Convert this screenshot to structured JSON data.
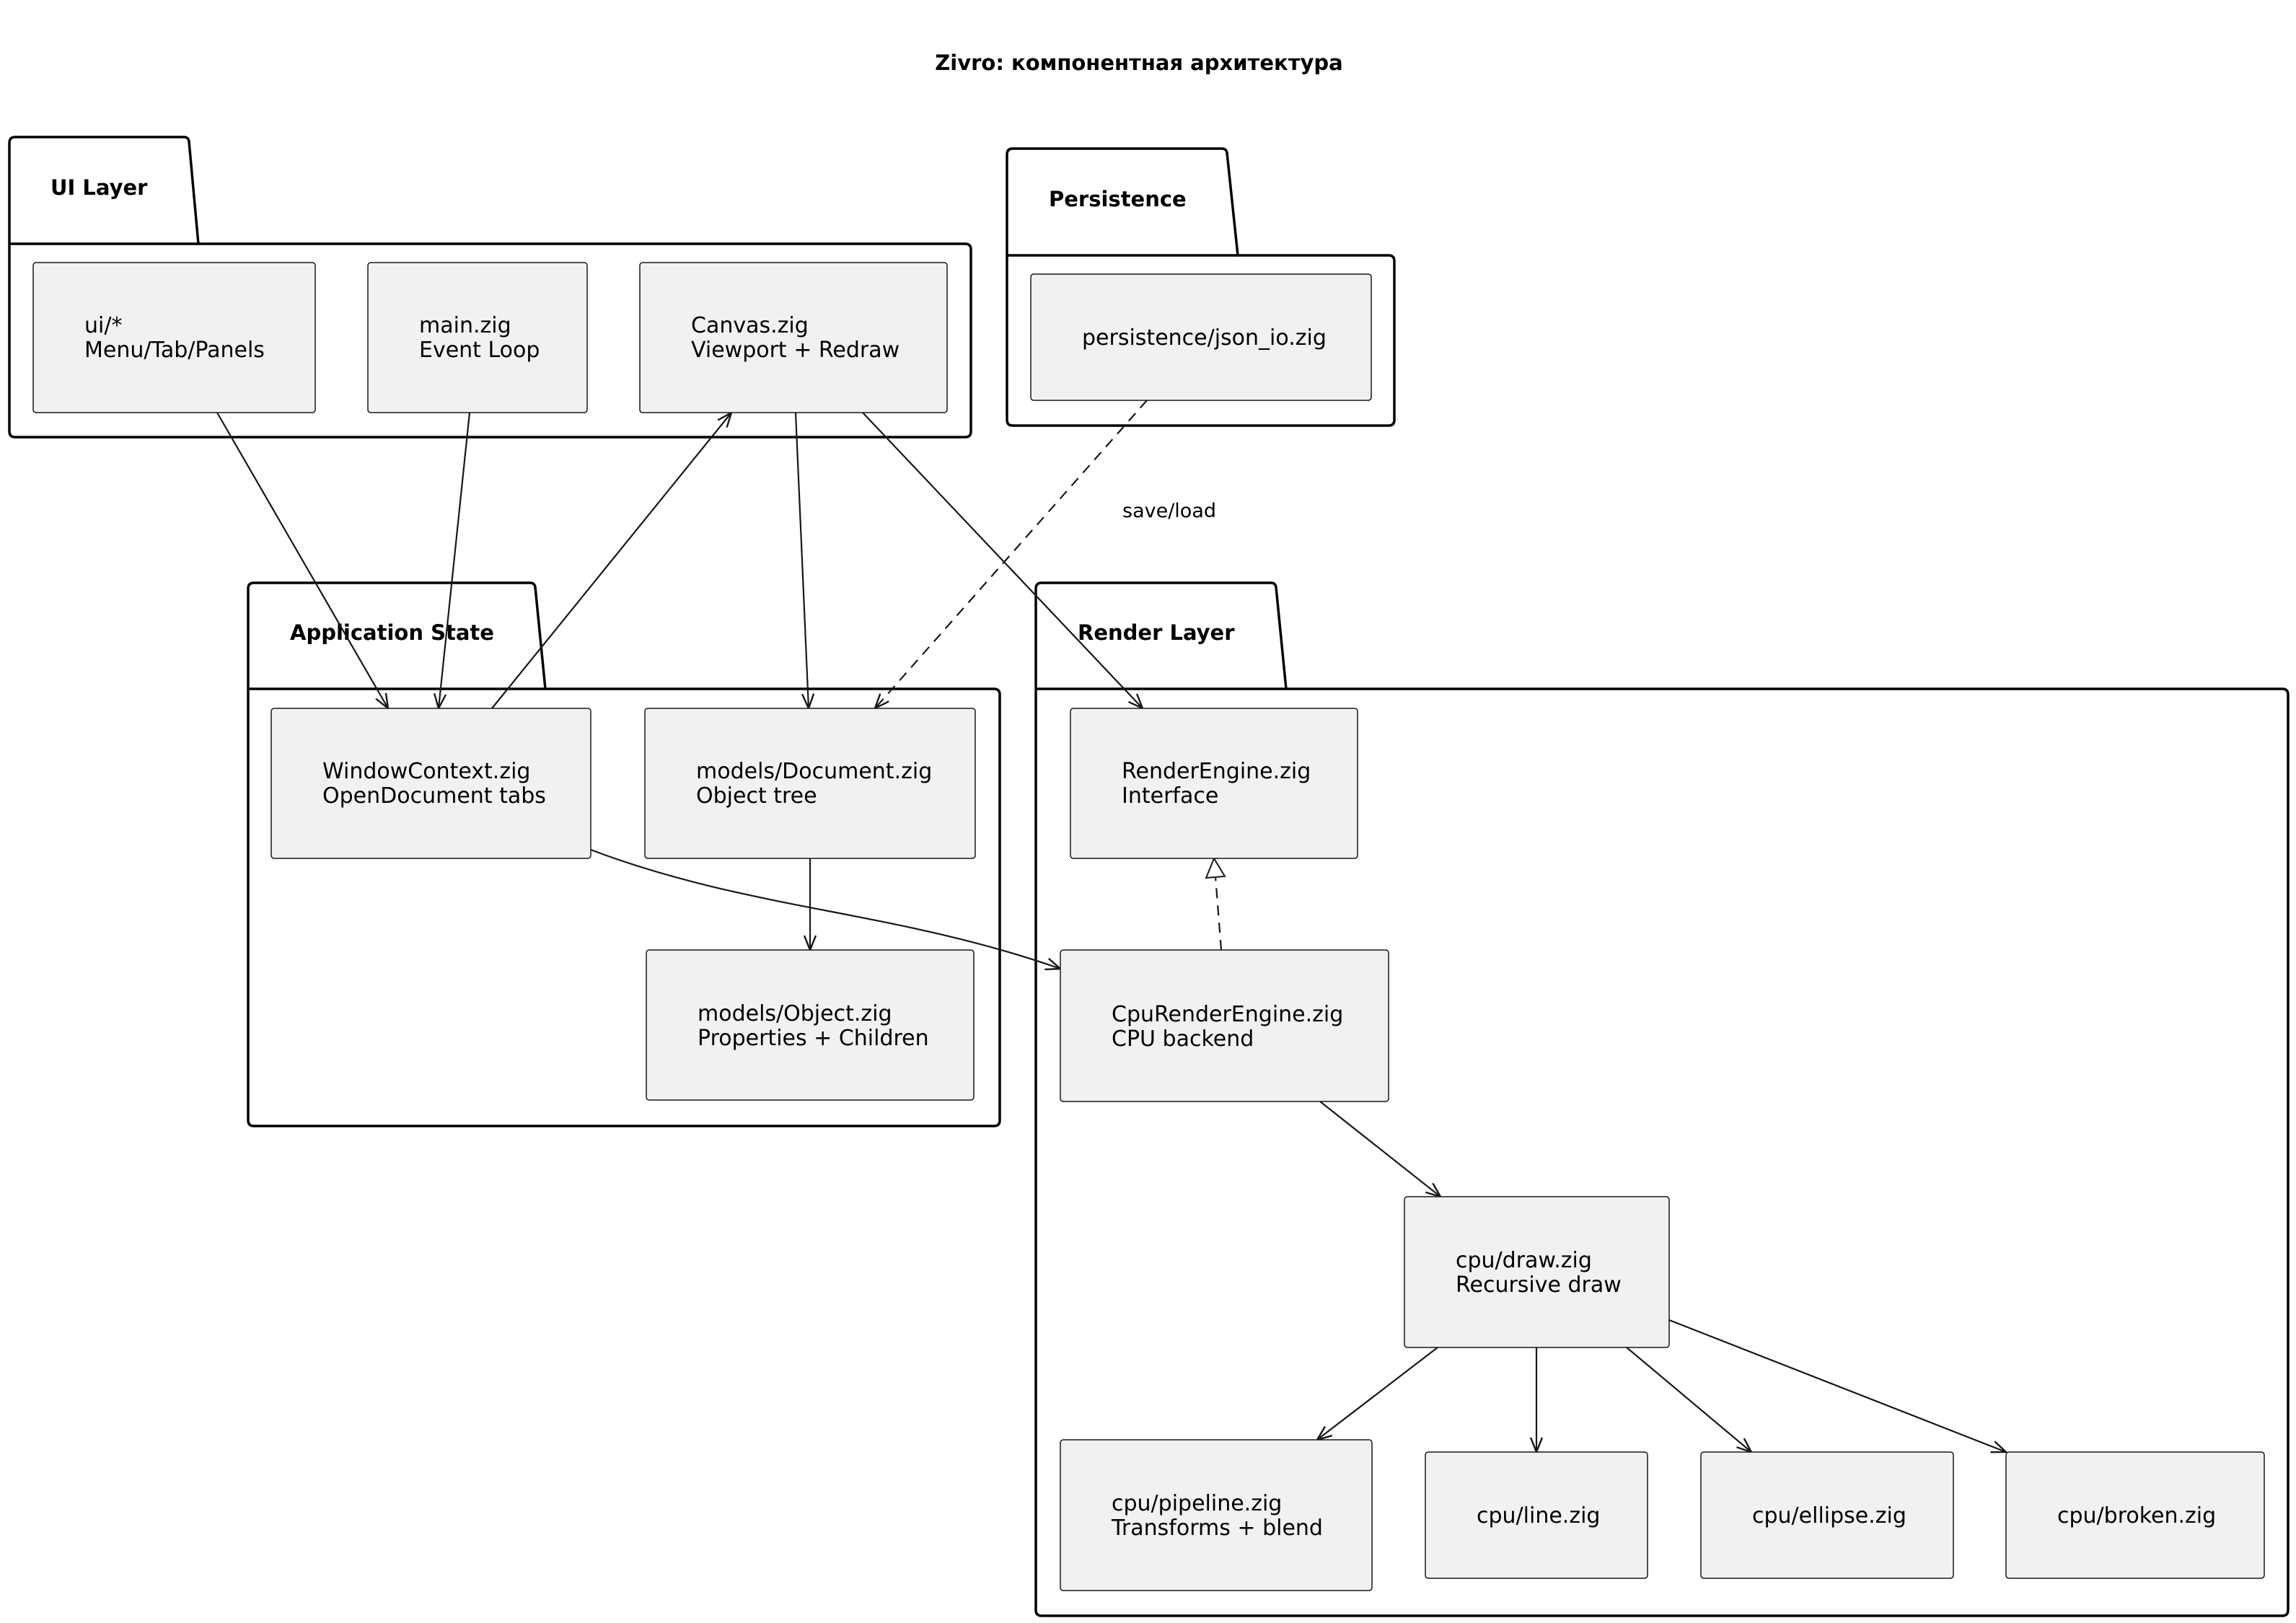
{
  "title": "Zivro: компонентная архитектура",
  "packages": {
    "ui": {
      "label": "UI Layer"
    },
    "persistence": {
      "label": "Persistence"
    },
    "state": {
      "label": "Application State"
    },
    "render": {
      "label": "Render Layer"
    }
  },
  "components": {
    "ui_panels": {
      "lines": [
        "ui/*",
        "Menu/Tab/Panels"
      ]
    },
    "main": {
      "lines": [
        "main.zig",
        "Event Loop"
      ]
    },
    "canvas": {
      "lines": [
        "Canvas.zig",
        "Viewport + Redraw"
      ]
    },
    "json_io": {
      "lines": [
        "persistence/json_io.zig"
      ]
    },
    "window_ctx": {
      "lines": [
        "WindowContext.zig",
        "OpenDocument tabs"
      ]
    },
    "document": {
      "lines": [
        "models/Document.zig",
        "Object tree"
      ]
    },
    "object": {
      "lines": [
        "models/Object.zig",
        "Properties + Children"
      ]
    },
    "render_engine": {
      "lines": [
        "RenderEngine.zig",
        "Interface"
      ]
    },
    "cpu_engine": {
      "lines": [
        "CpuRenderEngine.zig",
        "CPU backend"
      ]
    },
    "draw": {
      "lines": [
        "cpu/draw.zig",
        "Recursive draw"
      ]
    },
    "pipeline": {
      "lines": [
        "cpu/pipeline.zig",
        "Transforms + blend"
      ]
    },
    "line": {
      "lines": [
        "cpu/line.zig"
      ]
    },
    "ellipse": {
      "lines": [
        "cpu/ellipse.zig"
      ]
    },
    "broken": {
      "lines": [
        "cpu/broken.zig"
      ]
    }
  },
  "edges": [
    {
      "from": "ui_panels",
      "to": "window_ctx",
      "style": "solid"
    },
    {
      "from": "main",
      "to": "window_ctx",
      "style": "solid"
    },
    {
      "from": "window_ctx",
      "to": "canvas",
      "style": "solid"
    },
    {
      "from": "canvas",
      "to": "document",
      "style": "solid"
    },
    {
      "from": "canvas",
      "to": "render_engine",
      "style": "solid"
    },
    {
      "from": "json_io",
      "to": "document",
      "style": "dashed",
      "label": "save/load"
    },
    {
      "from": "window_ctx",
      "to": "cpu_engine",
      "style": "solid"
    },
    {
      "from": "document",
      "to": "object",
      "style": "solid"
    },
    {
      "from": "cpu_engine",
      "to": "render_engine",
      "style": "realization"
    },
    {
      "from": "cpu_engine",
      "to": "draw",
      "style": "solid"
    },
    {
      "from": "draw",
      "to": "pipeline",
      "style": "solid"
    },
    {
      "from": "draw",
      "to": "line",
      "style": "solid"
    },
    {
      "from": "draw",
      "to": "ellipse",
      "style": "solid"
    },
    {
      "from": "draw",
      "to": "broken",
      "style": "solid"
    }
  ]
}
